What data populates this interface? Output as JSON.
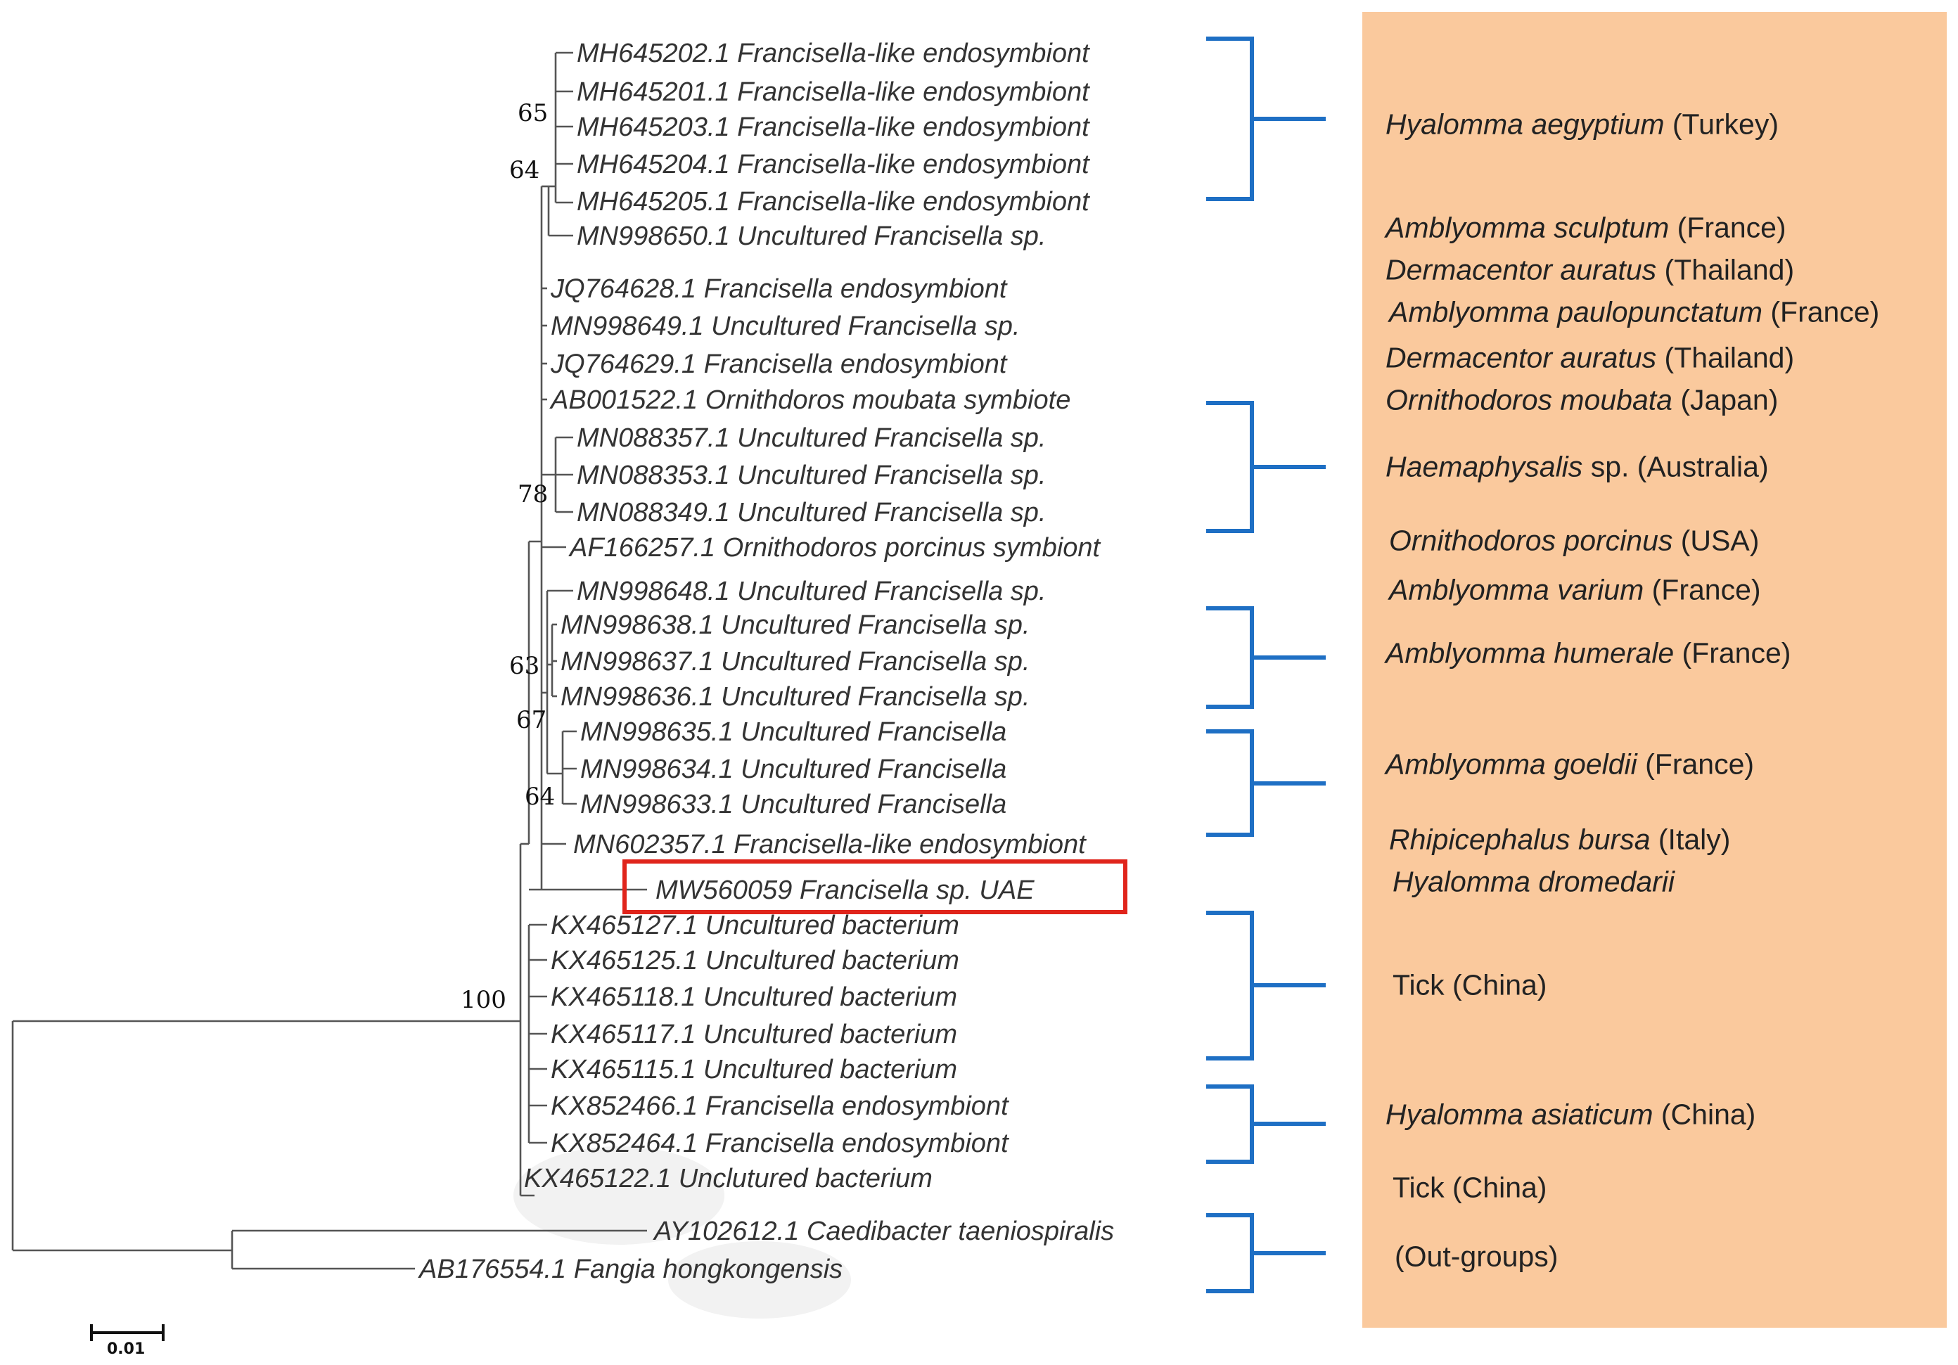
{
  "taxa": [
    "MH645202.1 Francisella-like endosymbiont",
    "MH645201.1 Francisella-like endosymbiont",
    "MH645203.1 Francisella-like endosymbiont",
    "MH645204.1 Francisella-like endosymbiont",
    "MH645205.1 Francisella-like endosymbiont",
    "MN998650.1 Uncultured Francisella sp.",
    "JQ764628.1 Francisella endosymbiont",
    "MN998649.1 Uncultured Francisella sp.",
    "JQ764629.1 Francisella endosymbiont",
    "AB001522.1 Ornithdoros moubata symbiote",
    "MN088357.1 Uncultured Francisella sp.",
    "MN088353.1 Uncultured Francisella sp.",
    "MN088349.1 Uncultured Francisella sp.",
    "AF166257.1 Ornithodoros porcinus symbiont",
    "MN998648.1 Uncultured Francisella sp.",
    "MN998638.1 Uncultured Francisella sp.",
    "MN998637.1 Uncultured Francisella sp.",
    "MN998636.1 Uncultured Francisella sp.",
    "MN998635.1 Uncultured Francisella",
    "MN998634.1 Uncultured Francisella",
    "MN998633.1 Uncultured Francisella",
    "MN602357.1 Francisella-like endosymbiont",
    "MW560059 Francisella sp. UAE",
    "KX465127.1 Uncultured bacterium",
    "KX465125.1 Uncultured bacterium",
    "KX465118.1 Uncultured bacterium",
    "KX465117.1 Uncultured bacterium",
    "KX465115.1 Uncultured bacterium",
    "KX852466.1 Francisella endosymbiont",
    "KX852464.1 Francisella endosymbiont",
    "KX465122.1 Unclutured bacterium",
    "AY102612.1 Caedibacter taeniospiralis",
    "AB176554.1 Fangia hongkongensis"
  ],
  "highlighted_taxon": "MW560059 Francisella sp. UAE",
  "bootstrap": [
    "65",
    "64",
    "78",
    "63",
    "67",
    "64",
    "100"
  ],
  "scale_bar": "0.01",
  "hosts": [
    {
      "species": "Hyalomma aegyptium",
      "place": " (Turkey)"
    },
    {
      "species": "Amblyomma sculptum",
      "place": " (France)"
    },
    {
      "species": "Dermacentor auratus",
      "place": " (Thailand)"
    },
    {
      "species": "Amblyomma paulopunctatum",
      "place": " (France)"
    },
    {
      "species": "Dermacentor auratus",
      "place": " (Thailand)"
    },
    {
      "species": "Ornithodoros moubata",
      "place": " (Japan)"
    },
    {
      "species": "Haemaphysalis",
      "place": " sp. (Australia)"
    },
    {
      "species": "Ornithodoros porcinus",
      "place": " (USA)"
    },
    {
      "species": "Amblyomma varium",
      "place": " (France)"
    },
    {
      "species": "Amblyomma humerale",
      "place": " (France)"
    },
    {
      "species": "Amblyomma goeldii",
      "place": " (France)"
    },
    {
      "species": "Rhipicephalus bursa",
      "place": " (Italy)"
    },
    {
      "species": "Hyalomma dromedarii",
      "place": ""
    },
    {
      "species": "",
      "place": "Tick (China)"
    },
    {
      "species": "Hyalomma asiaticum",
      "place": " (China)"
    },
    {
      "species": "",
      "place": "Tick (China)"
    },
    {
      "species": "",
      "place": "(Out-groups)"
    }
  ],
  "colors": {
    "bracket": "#1e6fc4",
    "highlight_box": "#e0241b",
    "host_panel": "#fac99d"
  }
}
